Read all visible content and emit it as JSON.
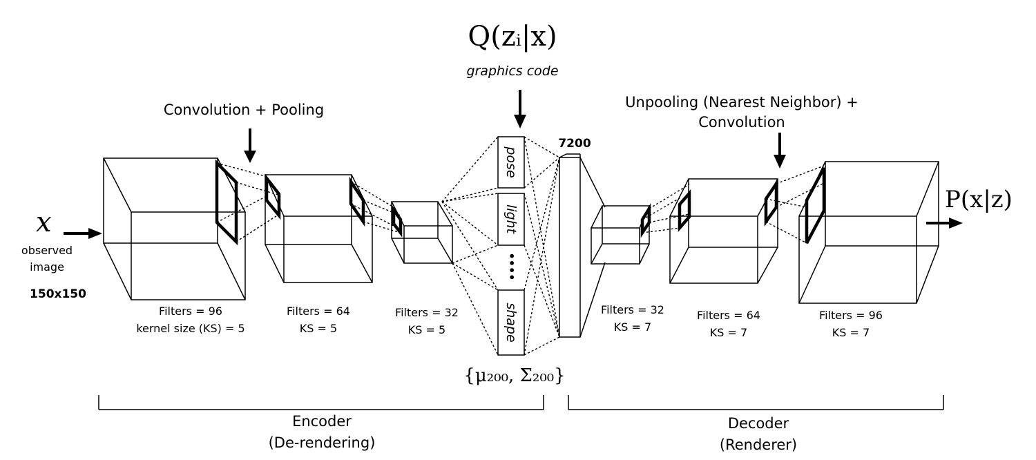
{
  "top_label": {
    "formula": "Q(zᵢ|x)",
    "subtitle": "graphics code"
  },
  "input": {
    "symbol": "x",
    "caption_line1": "observed",
    "caption_line2": "image",
    "size": "150x150"
  },
  "output": {
    "symbol": "P(x|z)"
  },
  "encoder_op_label": "Convolution + Pooling",
  "decoder_op_label_line1": "Unpooling (Nearest Neighbor) +",
  "decoder_op_label_line2": "Convolution",
  "encoder_layers": [
    {
      "filters": "Filters = 96",
      "ks": "kernel size (KS) = 5"
    },
    {
      "filters": "Filters = 64",
      "ks": "KS = 5"
    },
    {
      "filters": "Filters = 32",
      "ks": "KS = 5"
    }
  ],
  "decoder_layers": [
    {
      "filters": "Filters = 32",
      "ks": "KS = 7"
    },
    {
      "filters": "Filters = 64",
      "ks": "KS = 7"
    },
    {
      "filters": "Filters = 96",
      "ks": "KS = 7"
    }
  ],
  "latent_groups": [
    "pose",
    "light",
    "shape"
  ],
  "latent_ellipsis": "••••",
  "latent_params": "{μ₂₀₀, Σ₂₀₀}",
  "fc_size": "7200",
  "encoder_section": {
    "line1": "Encoder",
    "line2": "(De-rendering)"
  },
  "decoder_section": {
    "line1": "Decoder",
    "line2": "(Renderer)"
  }
}
